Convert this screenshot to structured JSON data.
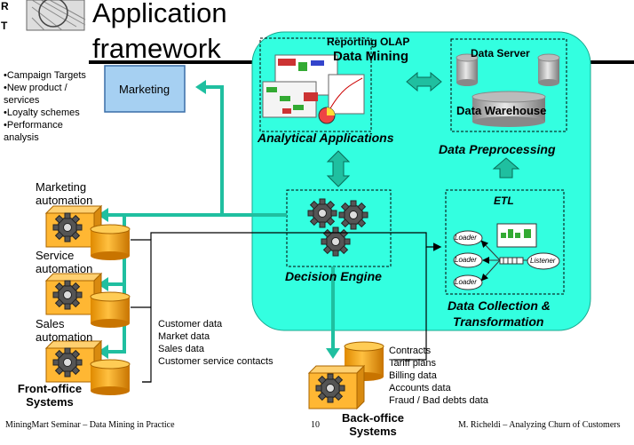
{
  "logo": {
    "letters": [
      "R",
      "T"
    ]
  },
  "title": {
    "line1": "Application",
    "line2": "framework"
  },
  "marketing_box": {
    "label": "Marketing"
  },
  "marketing_bullets": [
    "•Campaign Targets",
    "•New product /",
    "services",
    "•Loyalty schemes",
    "•Performance",
    "analysis"
  ],
  "olap": {
    "reporting": "Reporting OLAP",
    "data_mining": "Data Mining",
    "caption": "Analytical Applications"
  },
  "data_server": {
    "label": "Data Server",
    "warehouse": "Data Warehouse",
    "caption": "Data Preprocessing"
  },
  "decision_engine": {
    "caption": "Decision Engine"
  },
  "etl": {
    "title": "ETL",
    "loaders": [
      "Loader",
      "Loader",
      "Loader"
    ],
    "listener": "Listener",
    "caption_line1": "Data Collection &",
    "caption_line2": "Transformation"
  },
  "front_office": {
    "marketing": [
      "Marketing",
      "automation"
    ],
    "service": [
      "Service",
      "automation"
    ],
    "sales": [
      "Sales",
      "automation"
    ],
    "caption": [
      "Front-office",
      "Systems"
    ]
  },
  "customer_data": [
    "Customer data",
    "Market data",
    "Sales data",
    "Customer service contacts"
  ],
  "back_office": {
    "items": [
      "Contracts",
      "Tariff plans",
      "Billing data",
      "Accounts data",
      "Fraud / Bad debts data"
    ],
    "caption": [
      "Back-office",
      "Systems"
    ]
  },
  "footer": {
    "left": "MiningMart Seminar – Data Mining in Practice",
    "page": "10",
    "right": "M. Richeldi – Analyzing Churn of Customers"
  },
  "colors": {
    "teal_panel": "#33ffe0",
    "arrow_teal": "#1fbfa0",
    "orange_box": "#ffb733",
    "marketing_box": "#a6d0f2"
  }
}
